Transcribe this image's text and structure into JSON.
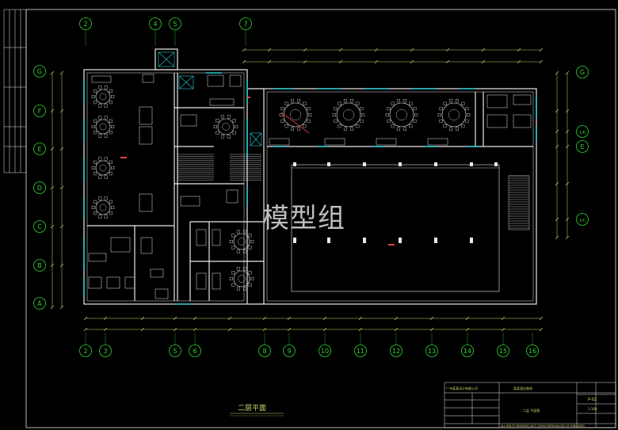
{
  "watermark": "模型组",
  "floor_title": "二层平面",
  "grid_top": [
    "2",
    "4",
    "5",
    "7"
  ],
  "grid_bottom": [
    "2",
    "3",
    "5",
    "6",
    "8",
    "9",
    "10",
    "11",
    "12",
    "13",
    "14",
    "15",
    "16"
  ],
  "grid_left": [
    "G",
    "F",
    "E",
    "D",
    "C",
    "B",
    "A"
  ],
  "grid_right": [
    "G",
    "1/E",
    "E",
    "1/C"
  ],
  "title_block": {
    "company": "广州某某设计有限公司",
    "project": "某某酒店装修",
    "drawing": "二层 平面图",
    "number": "P-02",
    "scale": "1:100",
    "note": "ALL RIGHTS RESERVED NOT COPIED REPRODUCED OR PUBLISHED"
  },
  "colors": {
    "grid": "#2fd62f",
    "wall": "#e8e8e8",
    "window": "#28c8d0",
    "furniture": "#e8e8e8",
    "label": "#d8e850",
    "accent": "#e84040"
  }
}
